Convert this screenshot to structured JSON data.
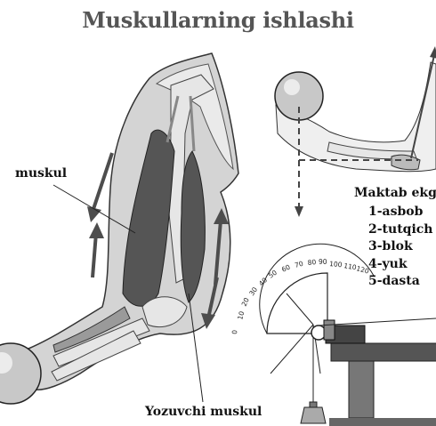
{
  "title": "Muskullarning ishlashi",
  "labels": {
    "muskul": "muskul",
    "yozuvchi_muskul": "Yozuvchi muskul",
    "maktab": "Maktab ekgo"
  },
  "legend": [
    "1-asbob",
    "2-tutqich",
    "3-blok",
    "4-yuk",
    "5-dasta"
  ],
  "protractor_ticks": [
    "0",
    "10",
    "20",
    "30",
    "40",
    "50",
    "60",
    "70",
    "80",
    "90",
    "100",
    "110",
    "120"
  ],
  "colors": {
    "skin": "#d4d4d4",
    "bone": "#e6e6e6",
    "muscle": "#555555",
    "muscle_light": "#9a9a9a",
    "arrow": "#4d4d4d",
    "table_wood": "#555555"
  }
}
